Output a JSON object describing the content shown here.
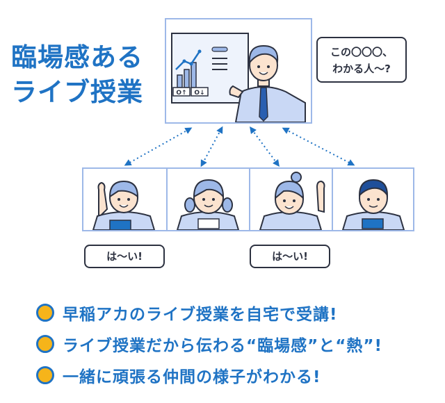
{
  "headline": {
    "line1": "臨場感ある",
    "line2": "ライブ授業"
  },
  "teacher": {
    "speech": {
      "line1": "この〇〇〇、",
      "line2": "わかる人〜?"
    },
    "board": {
      "up_label": "O↑",
      "down_label": "O↓"
    }
  },
  "students": {
    "reply_1": "は〜い!",
    "reply_2": "は〜い!"
  },
  "points": [
    "早稲アカのライブ授業を自宅で受講!",
    "ライブ授業だから伝わる“臨場感”と“熱”!",
    "一緒に頑張る仲間の様子がわかる!"
  ],
  "colors": {
    "accent_blue": "#1f73c4",
    "frame_blue": "#9db8e8",
    "bullet_orange": "#f6b41a",
    "ink": "#2c3140"
  }
}
